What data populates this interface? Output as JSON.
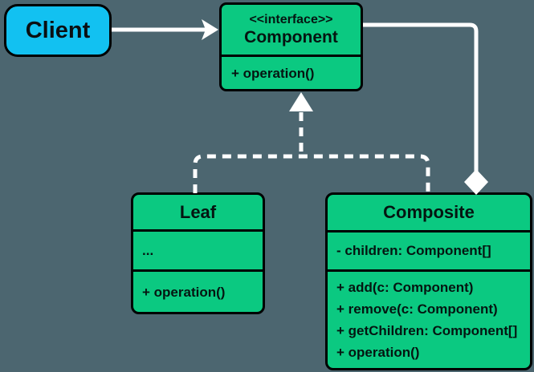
{
  "diagram": {
    "title": "Composite design pattern UML diagram",
    "colors": {
      "background": "#4c6670",
      "class_green": "#0bc981",
      "client_blue": "#12c1f1",
      "connector_white": "#ffffff",
      "border_black": "#000000"
    },
    "client": {
      "title": "Client"
    },
    "component": {
      "stereotype": "<<interface>>",
      "title": "Component",
      "methods": [
        "+ operation()"
      ]
    },
    "leaf": {
      "title": "Leaf",
      "attributes": [
        "..."
      ],
      "methods": [
        "+ operation()"
      ]
    },
    "composite": {
      "title": "Composite",
      "attributes": [
        "- children: Component[]"
      ],
      "methods": [
        "+ add(c: Component)",
        "+ remove(c: Component)",
        "+ getChildren: Component[]",
        "+ operation()"
      ]
    },
    "relations": {
      "client_to_component": "association-arrow",
      "leaf_to_component": "realization-dashed-triangle",
      "composite_to_component": "realization-dashed-triangle",
      "component_to_composite": "aggregation-diamond"
    }
  }
}
